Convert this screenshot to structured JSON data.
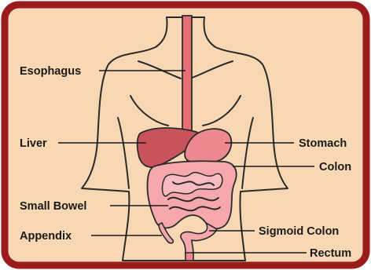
{
  "diagram": {
    "colors": {
      "frame": "#9b1a1a",
      "background": "#f8d7b4",
      "skin": "#ffffff",
      "liver": "#c8535c",
      "stomach": "#ee8a8f",
      "intestine": "#f6a8ac",
      "esophagus": "#e46f75",
      "ink": "#1a1a1a"
    },
    "labels": {
      "esophagus": "Esophagus",
      "liver": "Liver",
      "stomach": "Stomach",
      "colon": "Colon",
      "small_bowel": "Small Bowel",
      "sigmoid_colon": "Sigmoid Colon",
      "appendix": "Appendix",
      "rectum": "Rectum"
    }
  }
}
